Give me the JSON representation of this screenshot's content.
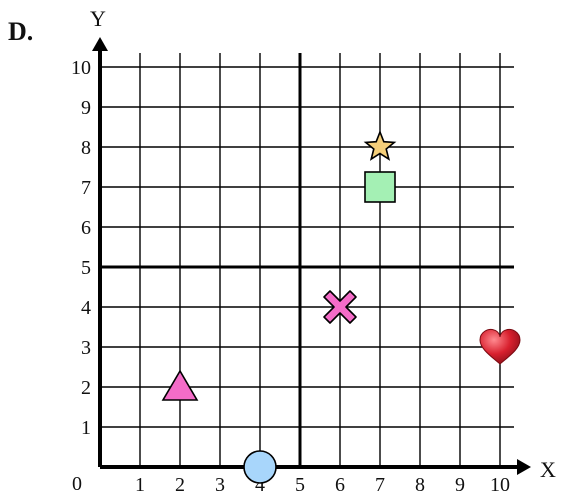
{
  "title": "D.",
  "axes": {
    "x_label": "X",
    "y_label": "Y",
    "x_ticks": [
      "1",
      "2",
      "3",
      "4",
      "5",
      "6",
      "7",
      "8",
      "9",
      "10"
    ],
    "y_ticks": [
      "1",
      "2",
      "3",
      "4",
      "5",
      "6",
      "7",
      "8",
      "9",
      "10"
    ],
    "origin_label": "0"
  },
  "chart_data": {
    "type": "scatter",
    "xlim": [
      0,
      10
    ],
    "ylim": [
      0,
      10
    ],
    "grid": true,
    "points": [
      {
        "shape": "triangle",
        "x": 2,
        "y": 2,
        "color": "#f46cc8"
      },
      {
        "shape": "circle",
        "x": 4,
        "y": 0,
        "color": "#a8d6fb"
      },
      {
        "shape": "cross",
        "x": 6,
        "y": 4,
        "color": "#f46cc8"
      },
      {
        "shape": "square",
        "x": 7,
        "y": 7,
        "color": "#a4f0b4"
      },
      {
        "shape": "star",
        "x": 7,
        "y": 8,
        "color": "#f5cf7a"
      },
      {
        "shape": "heart",
        "x": 10,
        "y": 3,
        "color": "#d8202e"
      }
    ]
  }
}
